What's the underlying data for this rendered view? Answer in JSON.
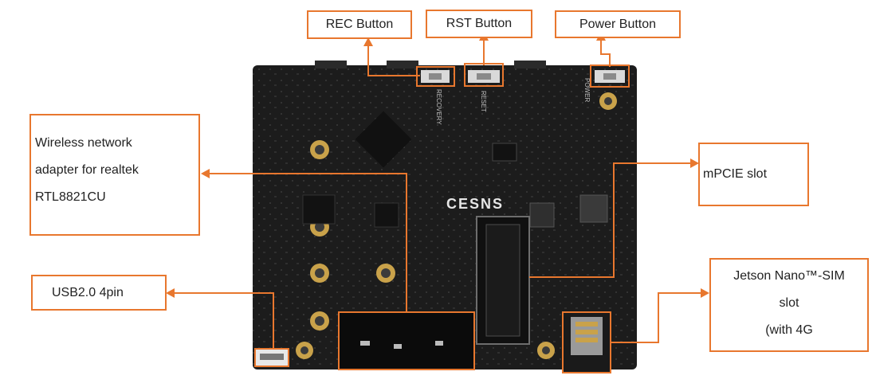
{
  "labels": {
    "rec_button": "REC Button",
    "rst_button": "RST Button",
    "power_button": "Power Button",
    "wireless": [
      "Wireless network",
      "adapter for realtek",
      "RTL8821CU"
    ],
    "usb": "USB2.0 4pin",
    "mpcie": "mPCIE slot",
    "sim": [
      "Jetson Nano™-SIM",
      "slot",
      "(with 4G"
    ]
  },
  "board": {
    "logo": "CESNS",
    "silkscreen": {
      "power": "POWER",
      "reset": "RESET",
      "recovery": "RECOVERY"
    }
  },
  "colors": {
    "accent": "#e8772e",
    "board": "#1c1c1c",
    "pad": "#c9a24a"
  }
}
